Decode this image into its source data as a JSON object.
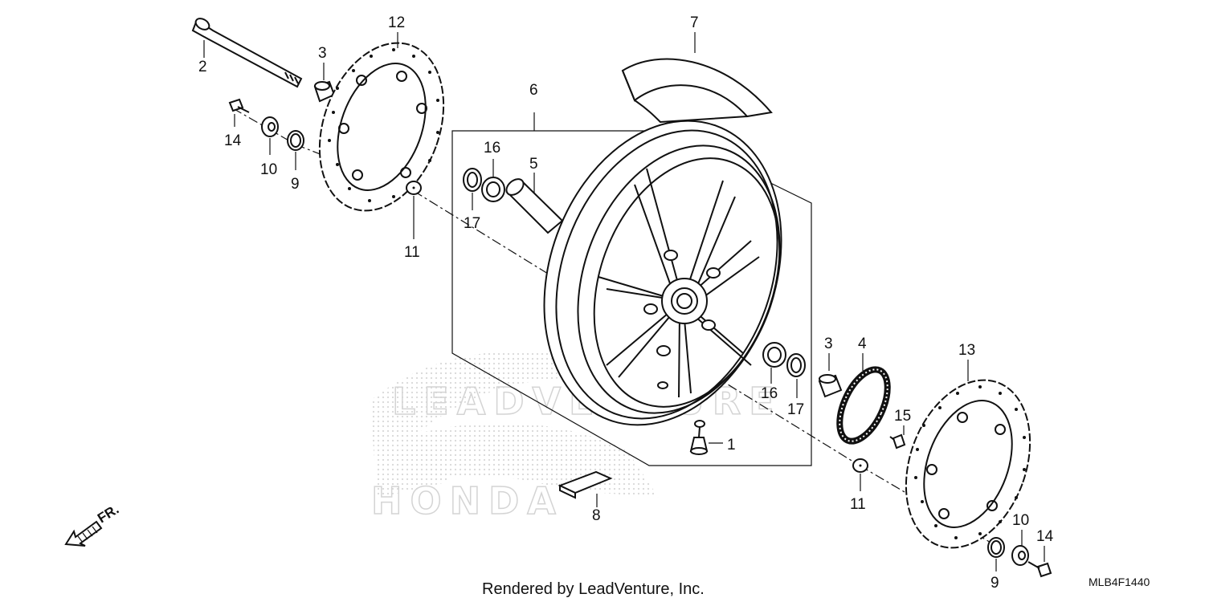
{
  "labels": {
    "p1": "1",
    "p2": "2",
    "p3a": "3",
    "p3b": "3",
    "p4": "4",
    "p5": "5",
    "p6": "6",
    "p7": "7",
    "p8": "8",
    "p9a": "9",
    "p9b": "9",
    "p10a": "10",
    "p10b": "10",
    "p11a": "11",
    "p11b": "11",
    "p12": "12",
    "p13": "13",
    "p14a": "14",
    "p14b": "14",
    "p15": "15",
    "p16a": "16",
    "p16b": "16",
    "p17a": "17",
    "p17b": "17"
  },
  "direction_label": "FR.",
  "watermark": {
    "top": "LEADVENTURE",
    "bottom": "HONDA"
  },
  "footer": {
    "rendered_by": "Rendered by LeadVenture, Inc.",
    "diagram_code": "MLB4F1440"
  },
  "colors": {
    "ink": "#111111",
    "watermark": "#d4d4d4",
    "background": "#ffffff"
  }
}
